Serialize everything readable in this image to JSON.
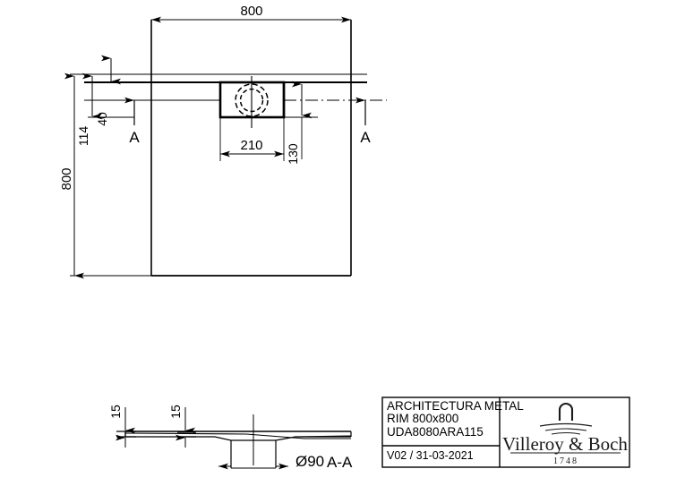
{
  "drawing": {
    "title_block": {
      "product_line1": "ARCHITECTURA METAL",
      "product_line2": "RIM 800x800",
      "product_code": "UDA8080ARA115",
      "revision": "V02 / 31-03-2021",
      "brand": "Villeroy & Boch",
      "brand_year": "1748"
    },
    "plan_view": {
      "dim_width": "800",
      "dim_height": "800",
      "dim_offset_outer": "114",
      "dim_offset_inner": "40",
      "dim_drain_width": "210",
      "dim_drain_height": "130",
      "section_marker_left": "A",
      "section_marker_right": "A"
    },
    "section_view": {
      "dim_thickness_left": "15",
      "dim_thickness_mid": "15",
      "dim_drain_diameter": "Ø90",
      "section_label": "A-A"
    }
  }
}
